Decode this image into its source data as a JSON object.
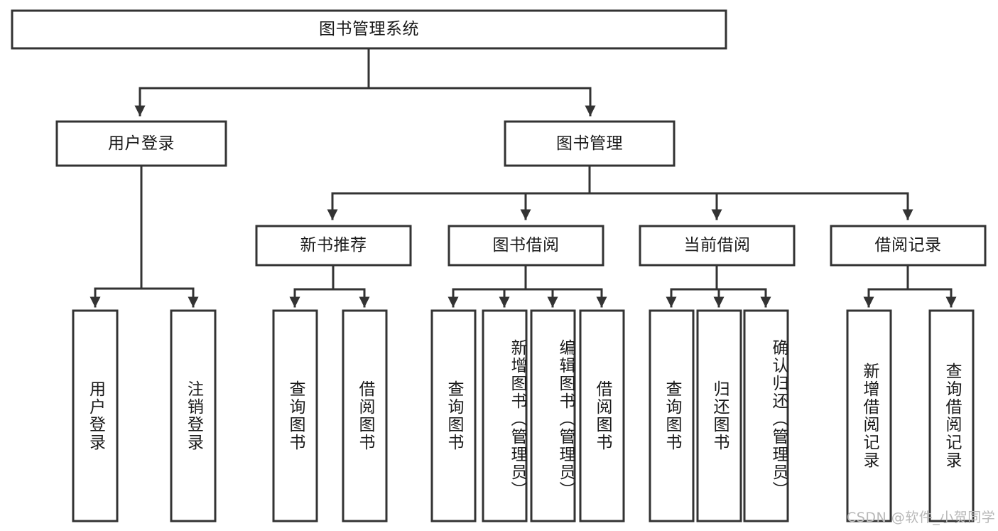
{
  "diagram": {
    "type": "hierarchy-tree",
    "title": "图书管理系统",
    "watermark": "CSDN @软件_小贺同学",
    "colors": {
      "stroke": "#333333",
      "box_fill": "#ffffff",
      "text": "#1a1a1a",
      "watermark": "#b8b8b8",
      "background": "#ffffff"
    },
    "root": {
      "label": "图书管理系统"
    },
    "level2": [
      {
        "label": "用户登录"
      },
      {
        "label": "图书管理"
      }
    ],
    "level3": [
      {
        "label": "新书推荐"
      },
      {
        "label": "图书借阅"
      },
      {
        "label": "当前借阅"
      },
      {
        "label": "借阅记录"
      }
    ],
    "leaves": {
      "user_login": [
        {
          "label": "用户登录"
        },
        {
          "label": "注销登录"
        }
      ],
      "new_book": [
        {
          "label": "查询图书"
        },
        {
          "label": "借阅图书"
        }
      ],
      "book_borrow": [
        {
          "label": "查询图书"
        },
        {
          "label": "新增图书（管理员）"
        },
        {
          "label": "编辑图书（管理员）"
        },
        {
          "label": "借阅图书"
        }
      ],
      "current_borrow": [
        {
          "label": "查询图书"
        },
        {
          "label": "归还图书"
        },
        {
          "label": "确认归还（管理员）"
        }
      ],
      "borrow_record": [
        {
          "label": "新增借阅记录"
        },
        {
          "label": "查询借阅记录"
        }
      ]
    }
  }
}
